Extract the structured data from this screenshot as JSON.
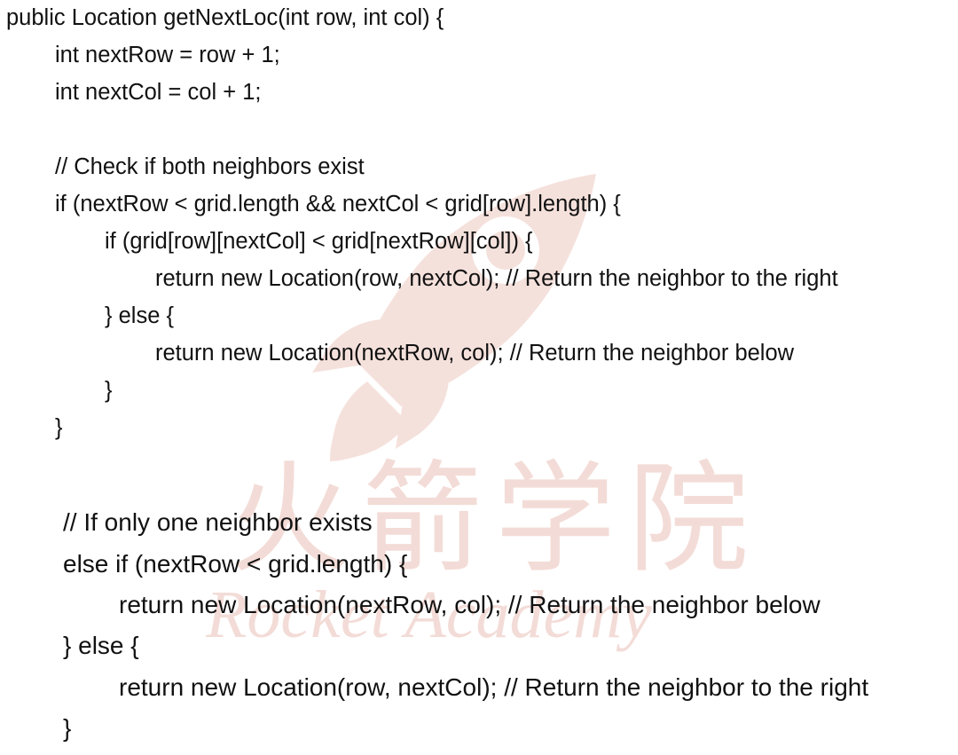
{
  "watermark": {
    "chinese": "火箭学院",
    "english": "Rocket Academy",
    "logo": "rocket-logo",
    "color": "#f3dcd7"
  },
  "code_lines": [
    "public Location getNextLoc(int row, int col) {",
    "int nextRow = row + 1;",
    "int nextCol = col + 1;",
    "// Check if both neighbors exist",
    "if (nextRow < grid.length && nextCol < grid[row].length) {",
    "if (grid[row][nextCol] < grid[nextRow][col]) {",
    "return new Location(row, nextCol); // Return the neighbor to the right",
    "} else {",
    "return new Location(nextRow, col); // Return the neighbor below",
    "}",
    "}",
    "// If only one neighbor exists",
    "else if (nextRow < grid.length) {",
    "return new Location(nextRow, col); // Return the neighbor below",
    "} else {",
    "return new Location(row, nextCol); // Return the neighbor to the right",
    "}"
  ]
}
